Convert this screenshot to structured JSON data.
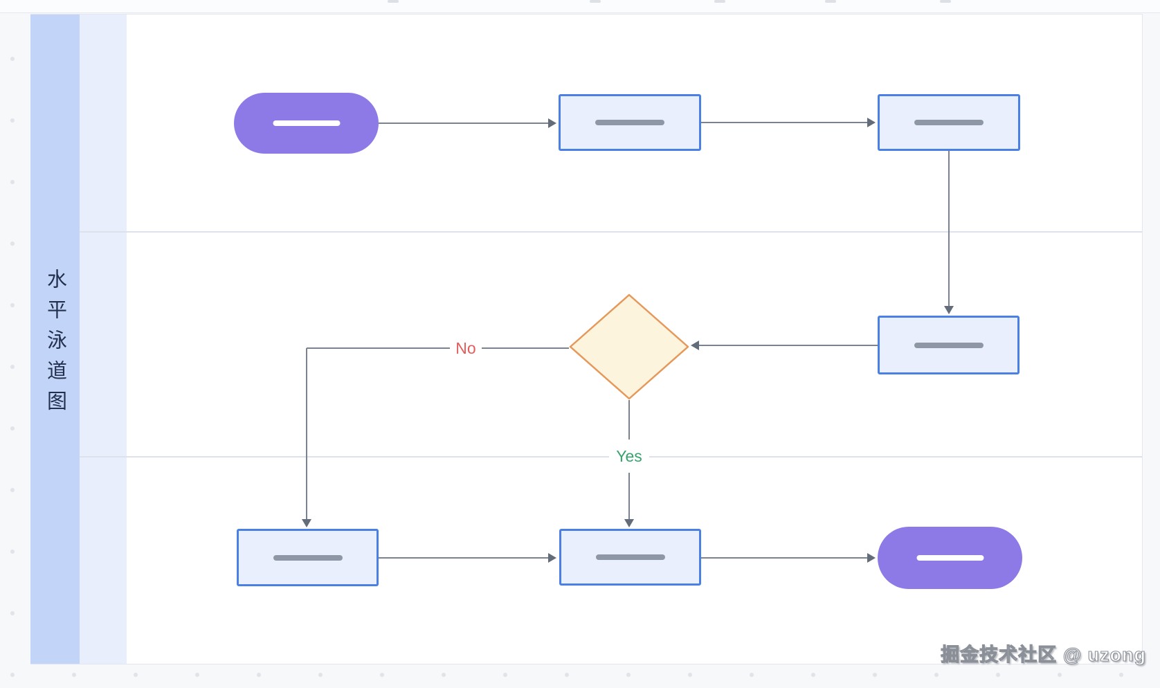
{
  "diagram": {
    "type": "swimlane-flowchart",
    "lane_title": "水平泳道图",
    "lanes_count": 3,
    "labels": {
      "no": "No",
      "yes": "Yes"
    },
    "nodes": [
      {
        "id": "start",
        "shape": "start-pill",
        "lane": 1,
        "label": ""
      },
      {
        "id": "process-1",
        "shape": "process",
        "lane": 1,
        "label": ""
      },
      {
        "id": "process-2",
        "shape": "process",
        "lane": 1,
        "label": ""
      },
      {
        "id": "process-3",
        "shape": "process",
        "lane": 2,
        "label": ""
      },
      {
        "id": "decision",
        "shape": "decision",
        "lane": 2,
        "label": ""
      },
      {
        "id": "process-4",
        "shape": "process",
        "lane": 3,
        "label": ""
      },
      {
        "id": "process-5",
        "shape": "process",
        "lane": 3,
        "label": ""
      },
      {
        "id": "end",
        "shape": "end-pill",
        "lane": 3,
        "label": ""
      }
    ],
    "edges": [
      {
        "from": "start",
        "to": "process-1",
        "label": ""
      },
      {
        "from": "process-1",
        "to": "process-2",
        "label": ""
      },
      {
        "from": "process-2",
        "to": "process-3",
        "label": ""
      },
      {
        "from": "process-3",
        "to": "decision",
        "label": ""
      },
      {
        "from": "decision",
        "to": "process-4",
        "label": "No"
      },
      {
        "from": "decision",
        "to": "process-5",
        "label": "Yes"
      },
      {
        "from": "process-4",
        "to": "process-5",
        "label": ""
      },
      {
        "from": "process-5",
        "to": "end",
        "label": ""
      }
    ],
    "colors": {
      "start_end_fill": "#8d7ae7",
      "process_fill": "#e9effc",
      "process_border": "#4a80e4",
      "decision_fill": "#fcf4dd",
      "decision_border": "#e6975a",
      "edge_line": "#79828e",
      "no_label": "#e45c5c",
      "yes_label": "#36a46c",
      "lane_title_bg": "#c2d5f8",
      "lane_subcolumn_bg": "#e8eefc",
      "lane_divider": "#dde1ec",
      "lane_title_text": "#22304e"
    }
  },
  "watermark": {
    "text": "掘金技术社区 @ uzong"
  }
}
